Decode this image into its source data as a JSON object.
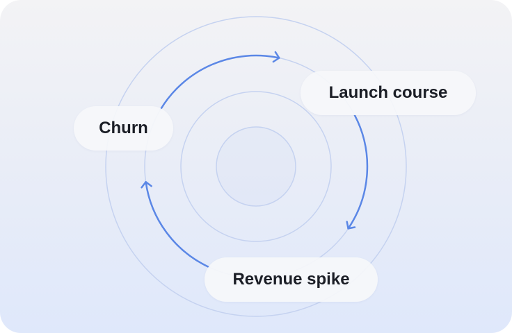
{
  "diagram": {
    "type": "cycle",
    "nodes": [
      {
        "label": "Churn"
      },
      {
        "label": "Launch course"
      },
      {
        "label": "Revenue spike"
      }
    ],
    "edges": [
      {
        "from": "Churn",
        "to": "Launch course"
      },
      {
        "from": "Launch course",
        "to": "Revenue spike"
      },
      {
        "from": "Revenue spike",
        "to": "Churn"
      }
    ],
    "colors": {
      "arrow": "#5b87e6",
      "ring": "#c5d2f0"
    }
  }
}
